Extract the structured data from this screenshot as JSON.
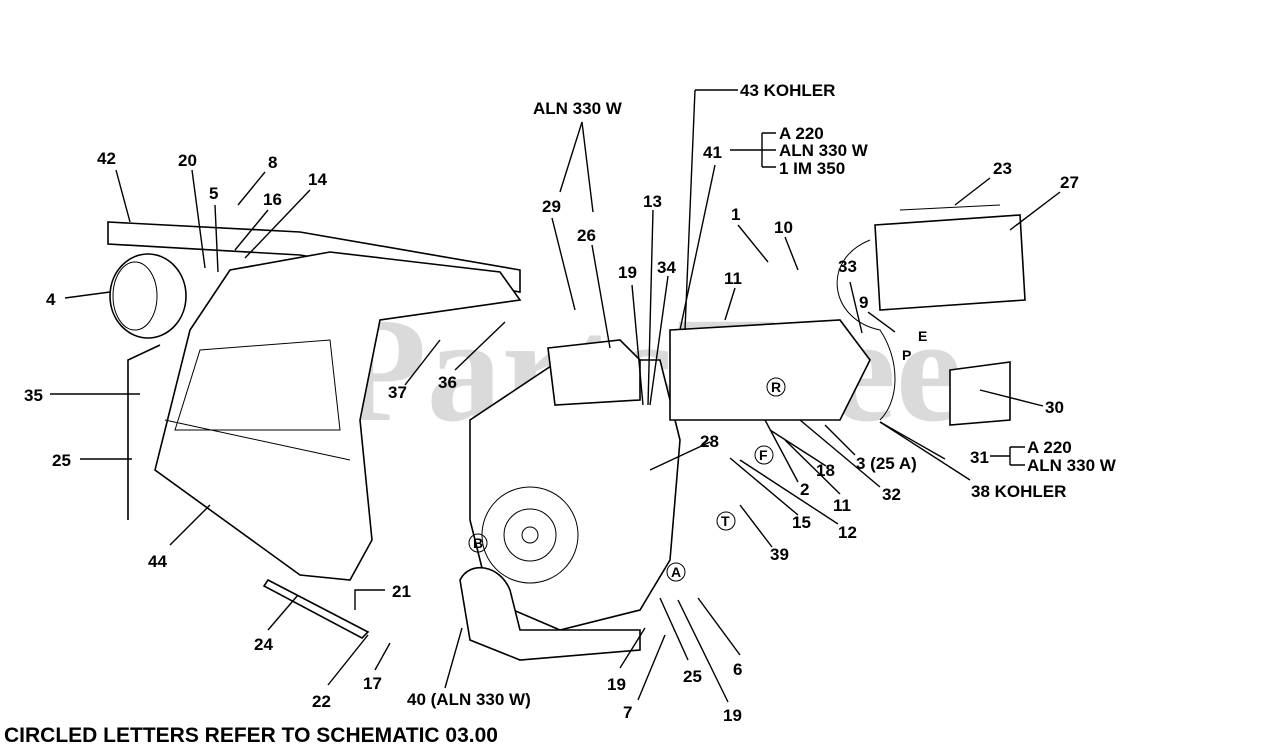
{
  "watermark": "PartsTree",
  "footer_note": "CIRCLED LETTERS REFER TO SCHEMATIC 03.00",
  "callouts": [
    {
      "id": "42",
      "text": "42"
    },
    {
      "id": "20",
      "text": "20"
    },
    {
      "id": "8",
      "text": "8"
    },
    {
      "id": "5",
      "text": "5"
    },
    {
      "id": "16",
      "text": "16"
    },
    {
      "id": "14",
      "text": "14"
    },
    {
      "id": "4",
      "text": "4"
    },
    {
      "id": "35",
      "text": "35"
    },
    {
      "id": "25a",
      "text": "25"
    },
    {
      "id": "44",
      "text": "44"
    },
    {
      "id": "37",
      "text": "37"
    },
    {
      "id": "36",
      "text": "36"
    },
    {
      "id": "aln330w_top",
      "text": "ALN 330 W"
    },
    {
      "id": "29",
      "text": "29"
    },
    {
      "id": "26",
      "text": "26"
    },
    {
      "id": "13",
      "text": "13"
    },
    {
      "id": "19a",
      "text": "19"
    },
    {
      "id": "34",
      "text": "34"
    },
    {
      "id": "43",
      "text": "43 KOHLER"
    },
    {
      "id": "41",
      "text": "41"
    },
    {
      "id": "41_a220",
      "text": "A 220"
    },
    {
      "id": "41_aln330w",
      "text": "ALN 330 W"
    },
    {
      "id": "41_1im350",
      "text": "1 IM 350"
    },
    {
      "id": "1",
      "text": "1"
    },
    {
      "id": "10",
      "text": "10"
    },
    {
      "id": "11a",
      "text": "11"
    },
    {
      "id": "23",
      "text": "23"
    },
    {
      "id": "27",
      "text": "27"
    },
    {
      "id": "33",
      "text": "33"
    },
    {
      "id": "9",
      "text": "9"
    },
    {
      "id": "30",
      "text": "30"
    },
    {
      "id": "28",
      "text": "28"
    },
    {
      "id": "18",
      "text": "18"
    },
    {
      "id": "3",
      "text": "3 (25 A)"
    },
    {
      "id": "31",
      "text": "31"
    },
    {
      "id": "31_a220",
      "text": "A 220"
    },
    {
      "id": "31_aln330w",
      "text": "ALN 330 W"
    },
    {
      "id": "38",
      "text": "38 KOHLER"
    },
    {
      "id": "2",
      "text": "2"
    },
    {
      "id": "11b",
      "text": "11"
    },
    {
      "id": "32",
      "text": "32"
    },
    {
      "id": "15",
      "text": "15"
    },
    {
      "id": "12",
      "text": "12"
    },
    {
      "id": "39",
      "text": "39"
    },
    {
      "id": "21",
      "text": "21"
    },
    {
      "id": "24",
      "text": "24"
    },
    {
      "id": "22",
      "text": "22"
    },
    {
      "id": "17",
      "text": "17"
    },
    {
      "id": "40",
      "text": "40 (ALN 330 W)"
    },
    {
      "id": "19b",
      "text": "19"
    },
    {
      "id": "7",
      "text": "7"
    },
    {
      "id": "25b",
      "text": "25"
    },
    {
      "id": "19c",
      "text": "19"
    },
    {
      "id": "6",
      "text": "6"
    }
  ],
  "schematic_letters": [
    "E",
    "P",
    "R",
    "F",
    "T",
    "B",
    "A"
  ]
}
